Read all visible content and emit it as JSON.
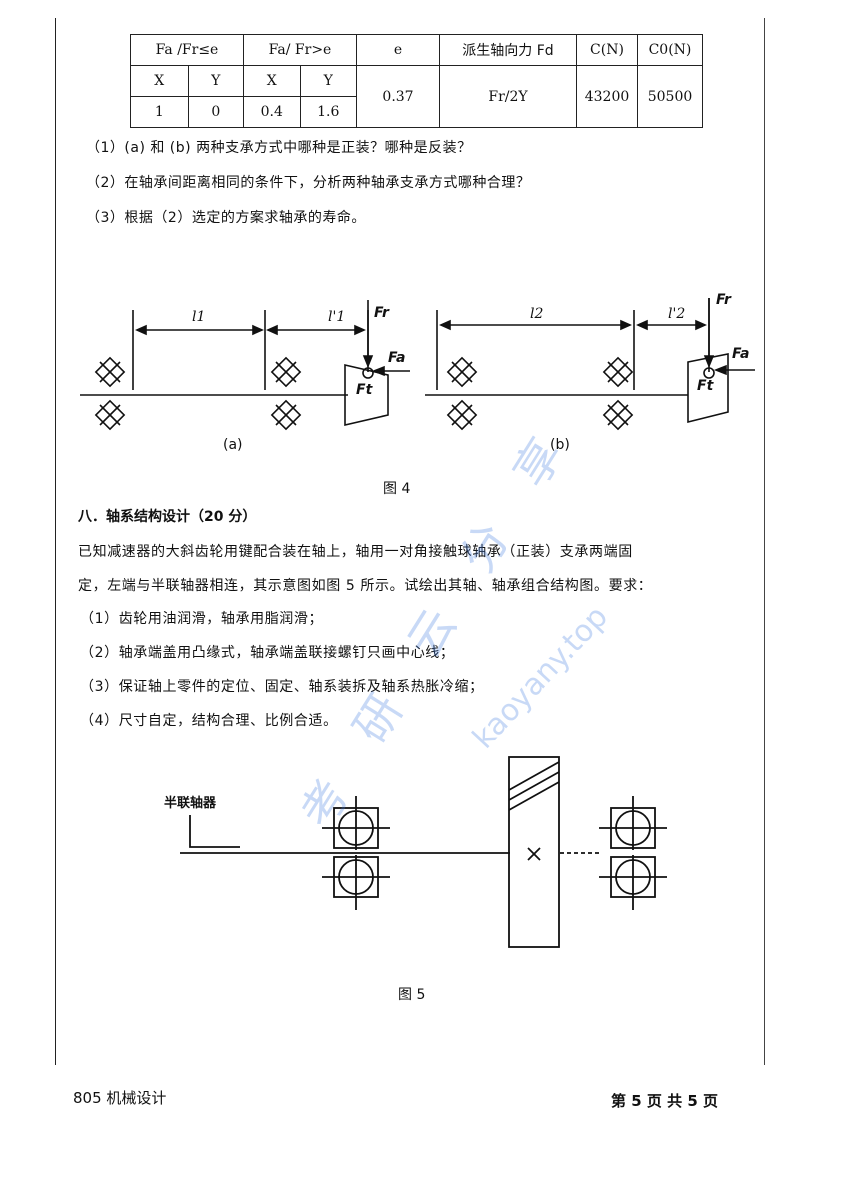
{
  "table": {
    "h1": "Fa /Fr≤e",
    "h2": "Fa/ Fr>e",
    "h3": "e",
    "h4": "派生轴向力 Fd",
    "h5": "C(N)",
    "h6": "C0(N)",
    "x1": "X",
    "y1": "Y",
    "x2": "X",
    "y2": "Y",
    "v_x1": "1",
    "v_y1": "0",
    "v_x2": "0.4",
    "v_y2": "1.6",
    "e_val": "0.37",
    "fd_val": "Fr/2Y",
    "c_val": "43200",
    "c0_val": "50500"
  },
  "questions": [
    "（1）(a) 和 (b) 两种支承方式中哪种是正装？哪种是反装？",
    "（2）在轴承间距离相同的条件下，分析两种轴承支承方式哪种合理？",
    "（3）根据（2）选定的方案求轴承的寿命。"
  ],
  "fig4": {
    "l1": "l1",
    "l1p": "l'1",
    "l2": "l2",
    "l2p": "l'2",
    "Fr": "Fr",
    "Fa": "Fa",
    "Ft": "Ft",
    "label_a": "(a)",
    "label_b": "(b)",
    "caption": "图 4"
  },
  "section": {
    "title": "八．轴系结构设计（20 分）",
    "para1": "已知减速器的大斜齿轮用键配合装在轴上，轴用一对角接触球轴承（正装）支承两端固",
    "para2": "定，左端与半联轴器相连，其示意图如图 5 所示。试绘出其轴、轴承组合结构图。要求：",
    "reqs": [
      "（1）齿轮用油润滑，轴承用脂润滑；",
      "（2）轴承端盖用凸缘式，轴承端盖联接螺钉只画中心线；",
      "（3）保证轴上零件的定位、固定、轴系装拆及轴系热胀冷缩；",
      "（4）尺寸自定，结构合理、比例合适。"
    ]
  },
  "fig5": {
    "coupling_label": "半联轴器",
    "caption": "图 5"
  },
  "footer": {
    "left": "805 机械设计",
    "right": "第 5 页 共 5 页"
  },
  "watermark": {
    "url": "kaoyany.top",
    "chars": "考 研 云 分 享"
  }
}
